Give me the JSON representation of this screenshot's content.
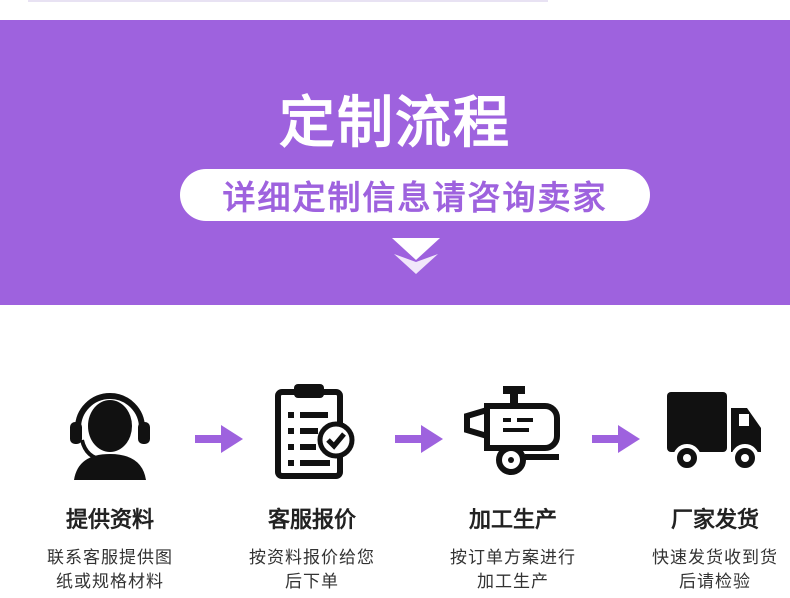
{
  "banner": {
    "title": "定制流程",
    "subtitle": "详细定制信息请咨询卖家"
  },
  "colors": {
    "purple": "#9e62de",
    "arrow": "#9e62de",
    "icon": "#111111"
  },
  "steps": [
    {
      "icon": "headset-agent-icon",
      "title": "提供资料",
      "desc_line1": "联系客服提供图",
      "desc_line2": "纸或规格材料"
    },
    {
      "icon": "clipboard-check-icon",
      "title": "客服报价",
      "desc_line1": "按资料报价给您",
      "desc_line2": "后下单"
    },
    {
      "icon": "machine-icon",
      "title": "加工生产",
      "desc_line1": "按订单方案进行",
      "desc_line2": "加工生产"
    },
    {
      "icon": "truck-icon",
      "title": "厂家发货",
      "desc_line1": "快速发货收到货",
      "desc_line2": "后请检验"
    }
  ]
}
